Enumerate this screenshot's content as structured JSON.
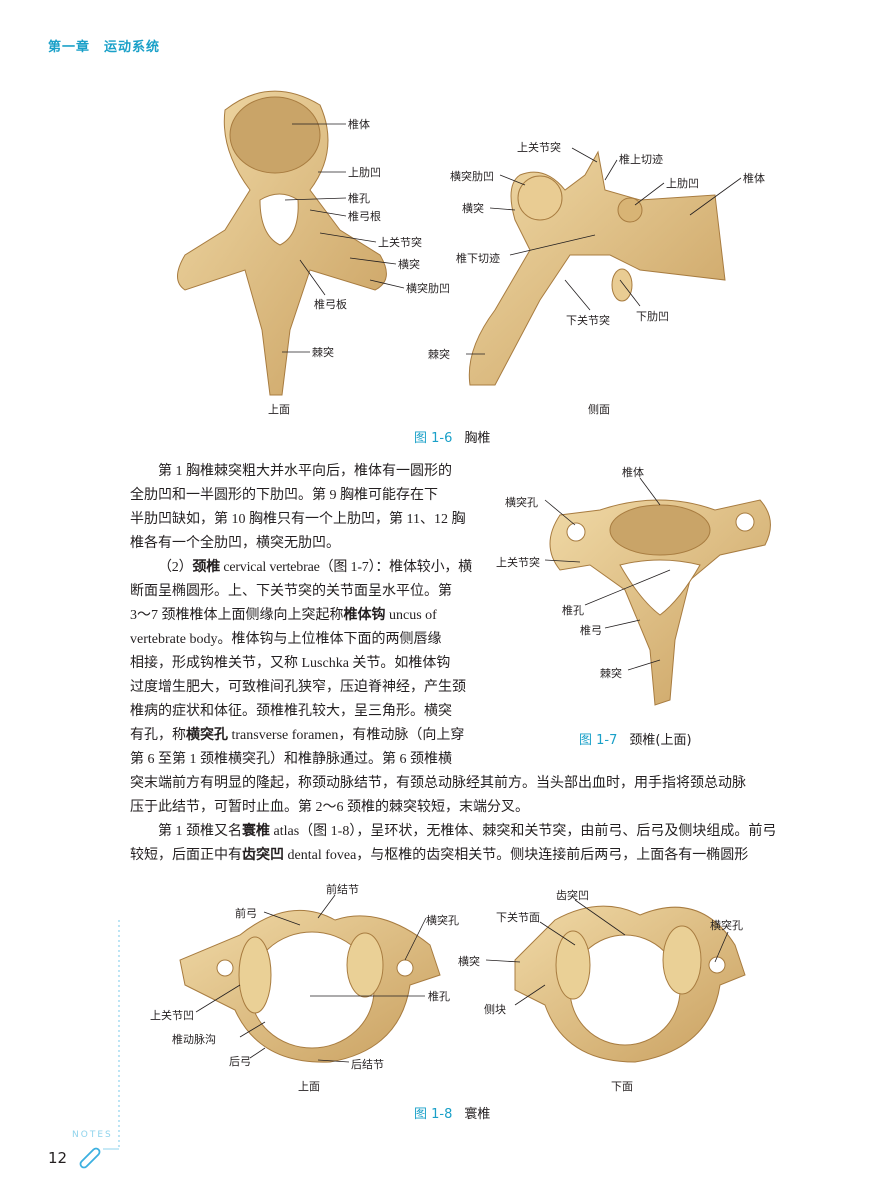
{
  "header": {
    "chapter": "第一章",
    "title": "运动系统"
  },
  "fig1_6": {
    "number": "图 1-6",
    "title": "胸椎",
    "top_labels": [
      "椎体",
      "上肋凹",
      "椎孔",
      "椎弓根",
      "上关节突",
      "横突",
      "横突肋凹",
      "椎弓板",
      "棘突"
    ],
    "top_view": "上面",
    "side_labels": [
      "上关节突",
      "椎上切迹",
      "横突肋凹",
      "上肋凹",
      "椎体",
      "横突",
      "椎下切迹",
      "下关节突",
      "下肋凹",
      "棘突"
    ],
    "side_view": "侧面"
  },
  "fig1_7": {
    "number": "图 1-7",
    "title": "颈椎(上面)",
    "labels": [
      "椎体",
      "横突孔",
      "上关节突",
      "椎孔",
      "椎弓",
      "棘突"
    ]
  },
  "fig1_8": {
    "number": "图 1-8",
    "title": "寰椎",
    "top_labels": [
      "前结节",
      "前弓",
      "横突孔",
      "椎孔",
      "上关节凹",
      "椎动脉沟",
      "后弓",
      "后结节"
    ],
    "top_view": "上面",
    "bottom_labels": [
      "齿突凹",
      "下关节面",
      "横突孔",
      "横突",
      "侧块"
    ],
    "bottom_view": "下面"
  },
  "body_lines": [
    [
      {
        "t": "第 1 胸椎棘突粗大并水平向后，椎体有一圆形的"
      }
    ],
    [
      {
        "t": "全肋凹和一半圆形的下肋凹。第 9 胸椎可能存在下"
      }
    ],
    [
      {
        "t": "半肋凹缺如，第 10 胸椎只有一个上肋凹，第 11、12 胸"
      }
    ],
    [
      {
        "t": "椎各有一个全肋凹，横突无肋凹。"
      }
    ],
    [
      {
        "t": "（2）"
      },
      {
        "t": "颈椎",
        "b": true
      },
      {
        "t": " cervical vertebrae（图 1-7）：椎体较小，横"
      }
    ],
    [
      {
        "t": "断面呈椭圆形。上、下关节突的关节面呈水平位。第"
      }
    ],
    [
      {
        "t": "3～7 颈椎椎体上面侧缘向上突起称"
      },
      {
        "t": "椎体钩",
        "b": true
      },
      {
        "t": " uncus of"
      }
    ],
    [
      {
        "t": "vertebrate body。椎体钩与上位椎体下面的两侧唇缘"
      }
    ],
    [
      {
        "t": "相接，形成钩椎关节，又称 Luschka 关节。如椎体钩"
      }
    ],
    [
      {
        "t": "过度增生肥大，可致椎间孔狭窄，压迫脊神经，产生颈"
      }
    ],
    [
      {
        "t": "椎病的症状和体征。颈椎椎孔较大，呈三角形。横突"
      }
    ],
    [
      {
        "t": "有孔，称"
      },
      {
        "t": "横突孔",
        "b": true
      },
      {
        "t": " transverse foramen，有椎动脉（向上穿"
      }
    ],
    [
      {
        "t": "第 6 至第 1 颈椎横突孔）和椎静脉通过。第 6 颈椎横"
      }
    ],
    [
      {
        "t": "突末端前方有明显的隆起，称颈动脉结节，有颈总动脉经其前方。当头部出血时，用手指将颈总动脉"
      }
    ],
    [
      {
        "t": "压于此结节，可暂时止血。第 2～6 颈椎的棘突较短，末端分叉。"
      }
    ],
    [
      {
        "t": "第 1 颈椎又名"
      },
      {
        "t": "寰椎",
        "b": true
      },
      {
        "t": " atlas（图 1-8），呈环状，无椎体、棘突和关节突，由前弓、后弓及侧块组成。前弓"
      }
    ],
    [
      {
        "t": "较短，后面正中有"
      },
      {
        "t": "齿突凹",
        "b": true
      },
      {
        "t": " dental fovea，与枢椎的齿突相关节。侧块连接前后两弓，上面各有一椭圆形"
      }
    ]
  ],
  "footer": {
    "page": "12",
    "notes": "NOTES"
  },
  "colors": {
    "accent": "#1aa0c8",
    "bone": "#e2c48a",
    "bone_dark": "#b8894a"
  }
}
